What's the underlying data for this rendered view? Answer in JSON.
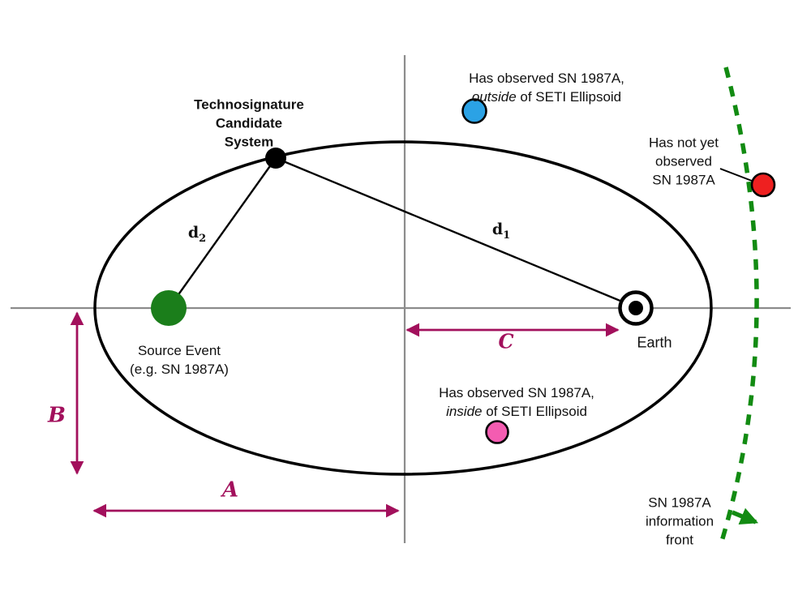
{
  "figure": {
    "background": "#ffffff",
    "colors": {
      "axis_gray": "#8c8c8c",
      "magenta": "#a2105c",
      "source_green": "#1b7e1b",
      "info_front_green": "#128b12",
      "observer_blue": "#2ba2e5",
      "observer_pink": "#f45cb1",
      "observer_red": "#ee2020",
      "ellipse_stroke": "#000000"
    }
  },
  "labels": {
    "technosignature": {
      "line1": "Technosignature",
      "line2": "Candidate",
      "line3": "System"
    },
    "source_event": {
      "line1": "Source Event",
      "line2": "(e.g. SN 1987A)"
    },
    "earth": "Earth",
    "d1": {
      "base": "d",
      "sub": "1"
    },
    "d2": {
      "base": "d",
      "sub": "2"
    },
    "outside_observer": {
      "line1": "Has observed SN 1987A,",
      "line2_italic": "outside",
      "line2_rest": " of SETI Ellipsoid"
    },
    "inside_observer": {
      "line1": "Has observed SN 1987A,",
      "line2_italic": "inside",
      "line2_rest": " of SETI Ellipsoid"
    },
    "not_yet_observer": {
      "line1": "Has not yet",
      "line2": "observed",
      "line3": "SN 1987A"
    },
    "info_front": {
      "line1": "SN 1987A",
      "line2": "information",
      "line3": "front"
    },
    "axis_a": "A",
    "axis_b": "B",
    "axis_c": "C"
  }
}
